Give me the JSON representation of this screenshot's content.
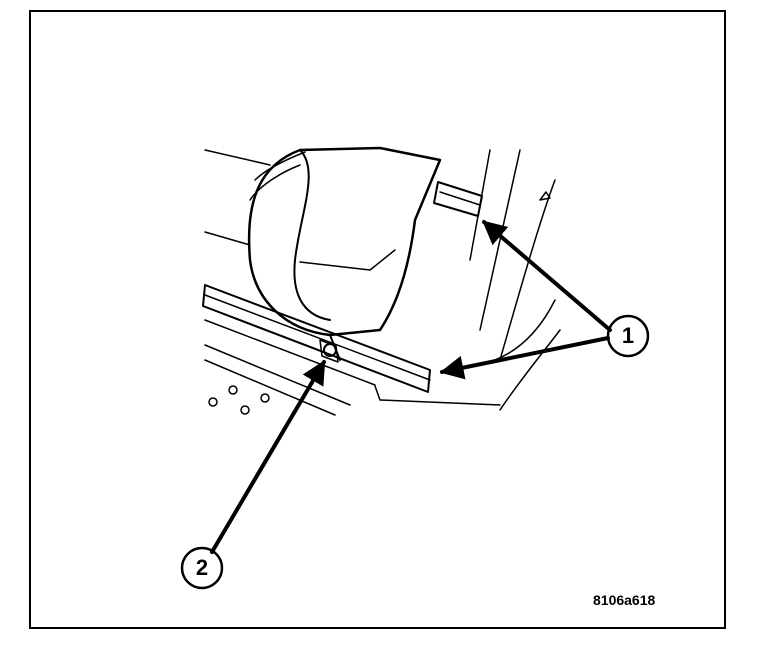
{
  "callouts": {
    "c1": "1",
    "c2": "2"
  },
  "figure_code": "8106a618",
  "colors": {
    "line": "#000000",
    "background": "#ffffff"
  }
}
